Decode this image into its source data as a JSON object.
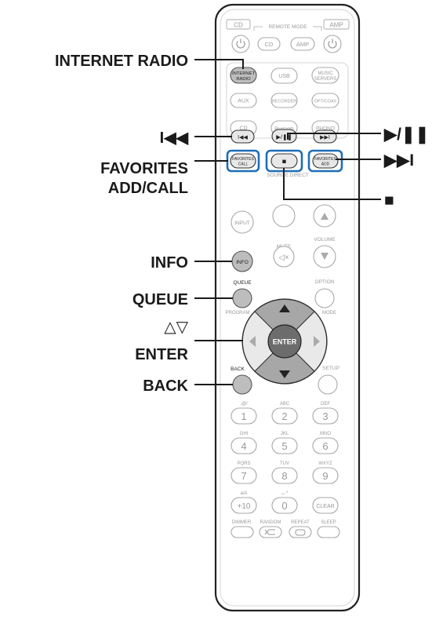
{
  "callouts": {
    "internet_radio": "INTERNET RADIO",
    "prev": "I◀◀",
    "favorites_line1": "FAVORITES",
    "favorites_line2": "ADD/CALL",
    "info": "INFO",
    "queue": "QUEUE",
    "cursor": "△▽",
    "enter": "ENTER",
    "back": "BACK",
    "play_pause": "▶/❚❚",
    "next": "▶▶I",
    "stop": "■"
  },
  "remote": {
    "remote_mode": {
      "cd": "CD",
      "title": "REMOTE MODE",
      "amp": "AMP"
    },
    "power_row": {
      "cd": "CD",
      "amp": "AMP"
    },
    "sources": {
      "internet_radio_1": "INTERNET",
      "internet_radio_2": "RADIO",
      "usb": "USB",
      "music_servers_1": "MUSIC",
      "music_servers_2": "SERVERS",
      "aux": "AUX",
      "recorder": "RECORDER",
      "opt_coax": "OPT/COAX",
      "cd": "CD",
      "bluetooth": "Bluetooth",
      "phono": "PHONO"
    },
    "transport": {
      "prev": "I◀◀",
      "play_pause": "▶/❚❚",
      "next": "▶▶I"
    },
    "favorites": {
      "call_1": "FAVORITES",
      "call_2": "CALL",
      "stop": "■",
      "add_1": "FAVORITES",
      "add_2": "ADD"
    },
    "labels": {
      "source_direct": "SOURCE DIRECT",
      "input": "INPUT",
      "mute": "MUTE",
      "volume": "VOLUME",
      "info": "INFO",
      "queue": "QUEUE",
      "option": "OPTION",
      "program": "PROGRAM",
      "mode": "MODE",
      "enter": "ENTER",
      "back": "BACK",
      "setup": "SETUP",
      "clear": "CLEAR",
      "plus10": "+10",
      "dimmer": "DIMMER",
      "random": "RANDOM",
      "repeat": "REPEAT",
      "sleep": "SLEEP"
    },
    "keypad": {
      "sub": [
        ".@/",
        "ABC",
        "DEF",
        "GHI",
        "JKL",
        "MNO",
        "PQRS",
        "TUV",
        "WXYZ",
        "a/A",
        "⌴ *"
      ],
      "digits": [
        "1",
        "2",
        "3",
        "4",
        "5",
        "6",
        "7",
        "8",
        "9",
        "0"
      ]
    }
  },
  "colors": {
    "highlight": "#1d6fb8",
    "text": "#1a1a1a",
    "remote_outline": "#222222"
  }
}
